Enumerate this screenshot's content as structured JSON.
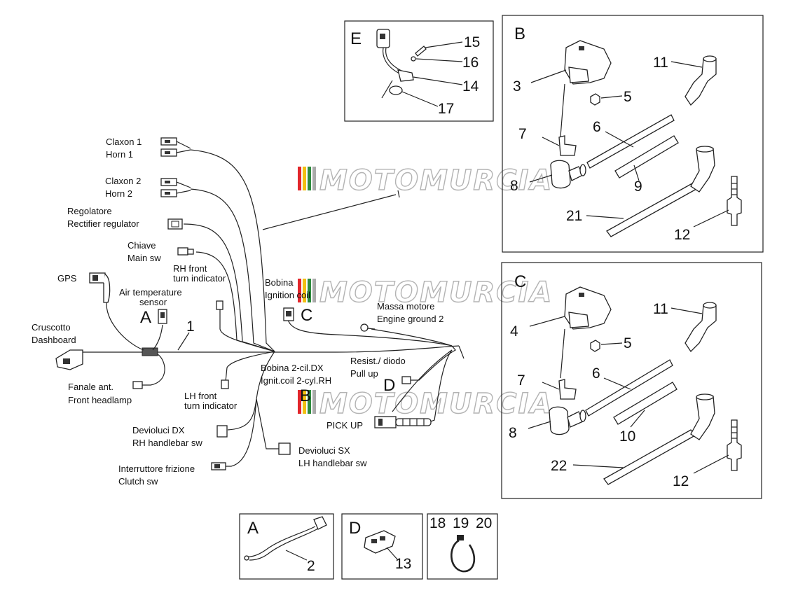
{
  "watermark": "MOTOMURCIA",
  "watermark_colors": [
    "#e2262b",
    "#f2c012",
    "#2e8b3e",
    "#aaaaaa"
  ],
  "main_labels": {
    "claxon1": "Claxon 1",
    "horn1": "Horn 1",
    "claxon2": "Claxon 2",
    "horn2": "Horn 2",
    "regolatore": "Regolatore",
    "rectifier": "Rectifier regulator",
    "chiave": "Chiave",
    "main_sw": "Main sw",
    "rh_front": "RH front",
    "rh_turn": "turn indicator",
    "gps": "GPS",
    "air_temp": "Air temperature",
    "sensor": "sensor",
    "bobina_top_1": "Bobina",
    "bobina_top_2": "Ignition coil",
    "massa": "Massa motore",
    "engine_ground": "Engine ground 2",
    "cruscotto": "Cruscotto",
    "dashboard": "Dashboard",
    "resist": "Resist./ diodo",
    "pullup": "Pull up",
    "bobina2_1": "Bobina 2-cil.DX",
    "bobina2_2": "Ignit.coil 2-cyl.RH",
    "fanale": "Fanale ant.",
    "headlamp": "Front headlamp",
    "lh_front": "LH front",
    "lh_turn": "turn indicator",
    "pickup": "PICK UP",
    "devioluci_dx": "Devioluci DX",
    "rh_handlebar": "RH handlebar sw",
    "devioluci_sx": "Devioluci SX",
    "lh_handlebar": "LH handlebar sw",
    "interruttore": "Interruttore frizione",
    "clutch": "Clutch sw",
    "letter_A": "A",
    "letter_C": "C",
    "letter_D": "D",
    "letter_B": "B",
    "num_1": "1"
  },
  "panels": {
    "E": {
      "letter": "E",
      "numbers": [
        "15",
        "16",
        "14",
        "17"
      ]
    },
    "B": {
      "letter": "B",
      "numbers": [
        "3",
        "5",
        "11",
        "7",
        "6",
        "8",
        "9",
        "21",
        "12"
      ]
    },
    "C": {
      "letter": "C",
      "numbers": [
        "4",
        "5",
        "11",
        "7",
        "6",
        "8",
        "10",
        "22",
        "12"
      ]
    },
    "A": {
      "letter": "A",
      "numbers": [
        "2"
      ]
    },
    "D": {
      "letter": "D",
      "numbers": [
        "13"
      ]
    },
    "F": {
      "numbers": [
        "18",
        "19",
        "20"
      ]
    }
  }
}
